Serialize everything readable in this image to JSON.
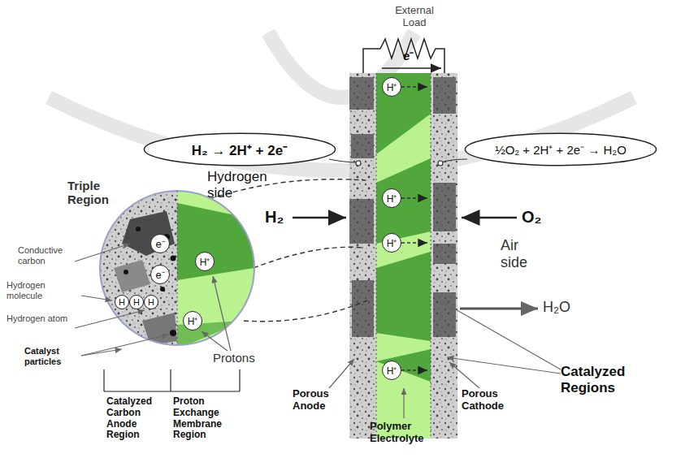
{
  "diagram": {
    "nodes": [
      {
        "text": [
          "H₂ → 2H⁺ + 2e⁻"
        ]
      },
      {
        "text": [
          "½O₂ + 2H⁺ + 2e⁻ → H₂O"
        ]
      },
      {
        "text": [
          "H⁺"
        ]
      },
      {
        "text": [
          "H⁺"
        ]
      },
      {
        "text": [
          "H⁺"
        ]
      },
      {
        "text": [
          "H⁺"
        ]
      },
      {
        "text": [
          "Triple Region"
        ]
      },
      {
        "text": [
          "e⁻"
        ],
        "in": 6
      },
      {
        "text": [
          "e⁻"
        ],
        "in": 6
      },
      {
        "text": [
          "H"
        ],
        "in": 6
      },
      {
        "text": [
          "H"
        ],
        "in": 6
      },
      {
        "text": [
          "H"
        ],
        "in": 6
      },
      {
        "text": [
          "H⁺"
        ],
        "in": 6
      },
      {
        "text": [
          "H⁺"
        ],
        "in": 6
      }
    ],
    "labels": [
      "External Load",
      "e⁻",
      "Hydrogen side",
      "H₂",
      "O₂",
      "Air side",
      "H₂O",
      "Conductive carbon",
      "Hydrogen molecule",
      "Hydrogen atom",
      "Catalyst particles",
      "Protons",
      "Catalyzed Carbon Anode Region",
      "Proton Exchange Membrane Region",
      "Porous Anode",
      "Polymer Electrolyte",
      "Porous Cathode",
      "Catalyzed Regions"
    ]
  }
}
